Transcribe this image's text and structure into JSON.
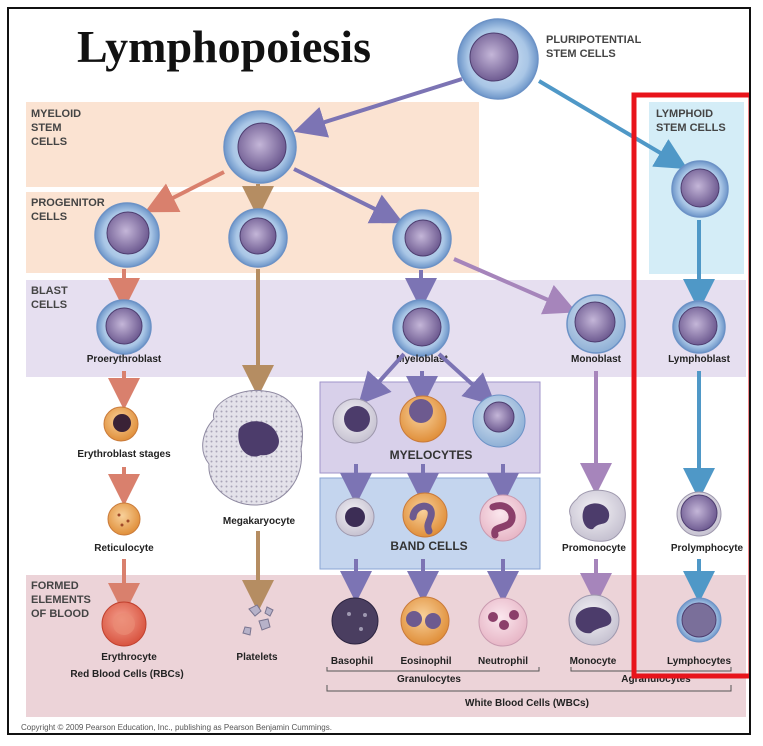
{
  "title": "Lymphopoiesis",
  "stem_cells": "PLURIPOTENTIAL STEM CELLS",
  "bands": {
    "myeloid": [
      "MYELOID",
      "STEM",
      "CELLS"
    ],
    "progenitor": [
      "PROGENITOR",
      "CELLS"
    ],
    "blast": [
      "BLAST",
      "CELLS"
    ],
    "formed": [
      "FORMED",
      "ELEMENTS",
      "OF BLOOD"
    ],
    "lymphoid": [
      "LYMPHOID",
      "STEM CELLS"
    ]
  },
  "sections": {
    "myelocytes": "MYELOCYTES",
    "band_cells": "BAND CELLS"
  },
  "cells": {
    "proerythroblast": "Proerythroblast",
    "myeloblast": "Myeloblast",
    "monoblast": "Monoblast",
    "lymphoblast": "Lymphoblast",
    "erythroblast_stages": "Erythroblast stages",
    "megakaryocyte": "Megakaryocyte",
    "reticulocyte": "Reticulocyte",
    "promonocyte": "Promonocyte",
    "prolymphocyte": "Prolymphocyte",
    "erythrocyte": "Erythrocyte",
    "platelets": "Platelets",
    "basophil": "Basophil",
    "eosinophil": "Eosinophil",
    "neutrophil": "Neutrophil",
    "monocyte": "Monocyte",
    "lymphocytes": "Lymphocytes"
  },
  "groups": {
    "rbc": "Red Blood Cells (RBCs)",
    "granulocytes": "Granulocytes",
    "agranulocytes": "Agranulocytes",
    "wbc": "White Blood Cells (WBCs)"
  },
  "copyright": "Copyright © 2009 Pearson Education, Inc., publishing as Pearson Benjamin Cummings.",
  "colors": {
    "highlight": "#e8141b",
    "myeloid_band": "#fbe3d2",
    "blast_band": "#e6dff0",
    "formed_band": "#ecd3d8",
    "lymphoid_band": "#d4edf7"
  }
}
